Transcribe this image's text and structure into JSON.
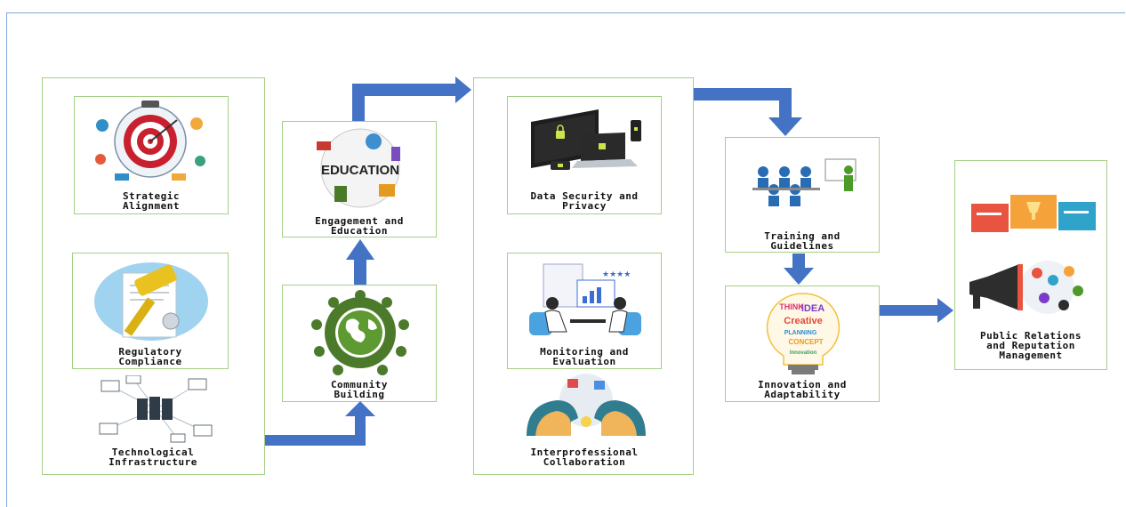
{
  "nodes": {
    "strategic_alignment": "Strategic\nAlignment",
    "regulatory_compliance": "Regulatory\nCompliance",
    "technological_infrastructure": "Technological\nInfrastructure",
    "community_building": "Community\nBuilding",
    "engagement_education": "Engagement and\nEducation",
    "data_security": "Data Security and\nPrivacy",
    "monitoring_evaluation": "Monitoring and\nEvaluation",
    "interprofessional_collaboration": "Interprofessional\nCollaboration",
    "training_guidelines": "Training and\nGuidelines",
    "innovation_adaptability": "Innovation and\nAdaptability",
    "public_relations": "Public Relations\nand Reputation\nManagement"
  },
  "illustration_text": {
    "education": "EDUCATION",
    "idea_words": [
      "THINK",
      "IDEA",
      "Creative",
      "PLANNING",
      "CONCEPT",
      "Innovation"
    ]
  },
  "colors": {
    "arrow": "#4472c4",
    "box_border": "#a6cf86",
    "community_green": "#4c7a2b",
    "target_red": "#c8202f"
  }
}
